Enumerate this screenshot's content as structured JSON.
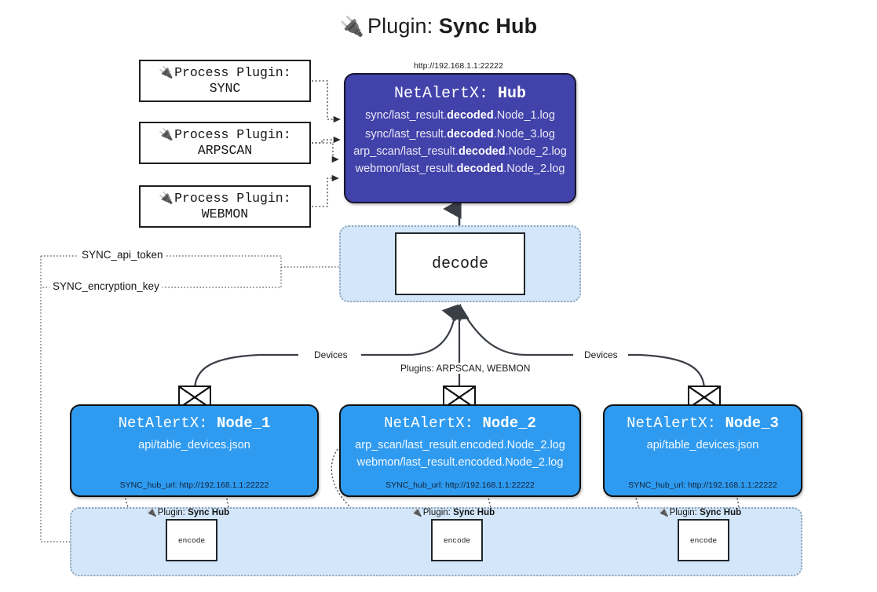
{
  "title": {
    "icon": "🔌",
    "prefix": "Plugin:",
    "name": "Sync Hub"
  },
  "process_plugins": [
    {
      "line1": "Process Plugin:",
      "line2": "SYNC",
      "icon": "🔌"
    },
    {
      "line1": "Process Plugin:",
      "line2": "ARPSCAN",
      "icon": "🔌"
    },
    {
      "line1": "Process Plugin:",
      "line2": "WEBMON",
      "icon": "🔌"
    }
  ],
  "hub": {
    "url": "http://192.168.1.1:22222",
    "title_prefix": "NetAlertX:",
    "title_name": "Hub",
    "logs": [
      {
        "pre": "sync/last_result.",
        "mid": "decoded",
        "post": ".Node_1.log"
      },
      {
        "pre": "sync/last_result.",
        "mid": "decoded",
        "post": ".Node_3.log"
      },
      {
        "pre": "arp_scan/last_result.",
        "mid": "decoded",
        "post": ".Node_2.log"
      },
      {
        "pre": "webmon/last_result.",
        "mid": "decoded",
        "post": ".Node_2.log"
      }
    ],
    "color": "#4242ab"
  },
  "decode": {
    "label": "decode",
    "container_color": "#d4e7fa"
  },
  "keys": [
    {
      "label": "SYNC_api_token"
    },
    {
      "label": "SYNC_encryption_key"
    }
  ],
  "edge_labels": {
    "devices_left": "Devices",
    "devices_right": "Devices",
    "plugins_center": "Plugins: ARPSCAN, WEBMON"
  },
  "nodes": [
    {
      "title_prefix": "NetAlertX:",
      "title_name": "Node_1",
      "lines": [
        "api/table_devices.json"
      ],
      "footer": "SYNC_hub_url: http://192.168.1.1:22222",
      "color": "#2f9bf0"
    },
    {
      "title_prefix": "NetAlertX:",
      "title_name": "Node_2",
      "lines": [
        "arp_scan/last_result.encoded.Node_2.log",
        "webmon/last_result.encoded.Node_2.log"
      ],
      "footer": "SYNC_hub_url: http://192.168.1.1:22222",
      "color": "#2f9bf0"
    },
    {
      "title_prefix": "NetAlertX:",
      "title_name": "Node_3",
      "lines": [
        "api/table_devices.json"
      ],
      "footer": "SYNC_hub_url: http://192.168.1.1:22222",
      "color": "#2f9bf0"
    }
  ],
  "encode_sections": [
    {
      "plugin_prefix": "Plugin:",
      "plugin_name": "Sync Hub",
      "box_label": "encode",
      "icon": "🔌"
    },
    {
      "plugin_prefix": "Plugin:",
      "plugin_name": "Sync Hub",
      "box_label": "encode",
      "icon": "🔌"
    },
    {
      "plugin_prefix": "Plugin:",
      "plugin_name": "Sync Hub",
      "box_label": "encode",
      "icon": "🔌"
    }
  ]
}
